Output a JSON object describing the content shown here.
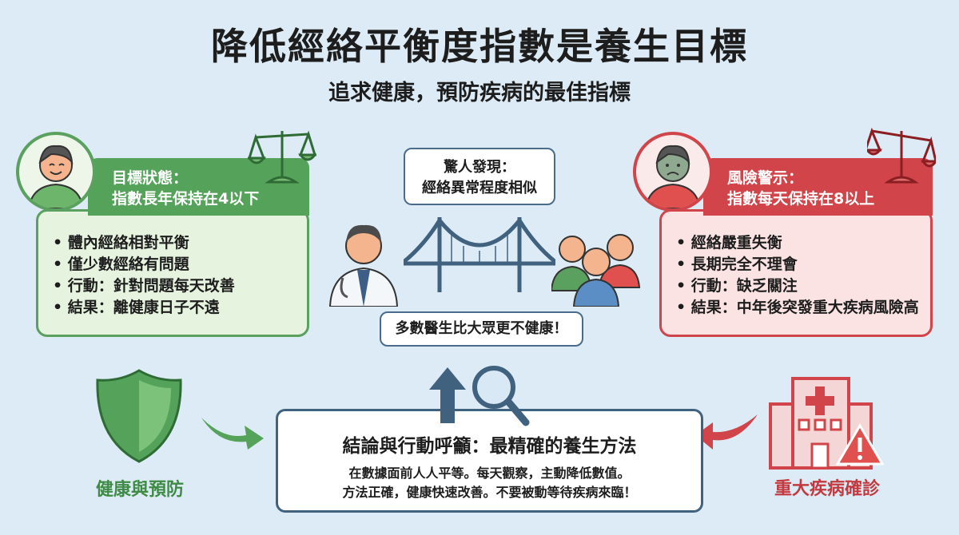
{
  "header": {
    "title": "降低經絡平衡度指數是養生目標",
    "subtitle": "追求健康，預防疾病的最佳指標"
  },
  "colors": {
    "green": "#4e9a52",
    "red": "#d0444a",
    "navy": "#41627f",
    "background": "#dcebf5"
  },
  "left_card": {
    "heading_line1": "目標狀態：",
    "heading_line2": "指數長年保持在4以下",
    "items": [
      "體內經絡相對平衡",
      "僅少數經絡有問題",
      "行動：針對問題每天改善",
      "結果：離健康日子不遠"
    ],
    "icons": [
      "smiling-person-icon",
      "balanced-scale-icon"
    ]
  },
  "right_card": {
    "heading_line1": "風險警示：",
    "heading_line2": "指數每天保持在8以上",
    "items": [
      "經絡嚴重失衡",
      "長期完全不理會",
      "行動：缺乏關注",
      "結果：中年後突發重大疾病風險高"
    ],
    "icons": [
      "sad-person-icon",
      "tilted-scale-icon"
    ]
  },
  "middle": {
    "top_bubble_line1": "驚人發現：",
    "top_bubble_line2": "經絡異常程度相似",
    "bottom_bubble": "多數醫生比大眾更不健康！",
    "icons": [
      "doctor-icon",
      "bridge-icon",
      "people-group-icon"
    ]
  },
  "bottom": {
    "left_label": "健康與預防",
    "right_label": "重大疾病確診",
    "conclusion_title": "結論與行動呼籲：最精確的養生方法",
    "conclusion_line1": "在數據面前人人平等。每天觀察，主動降低數值。",
    "conclusion_line2": "方法正確，健康快速改善。不要被動等待疾病來臨！",
    "icons": [
      "shield-icon",
      "hospital-icon",
      "warning-icon",
      "up-arrow-icon",
      "magnifier-icon"
    ]
  }
}
